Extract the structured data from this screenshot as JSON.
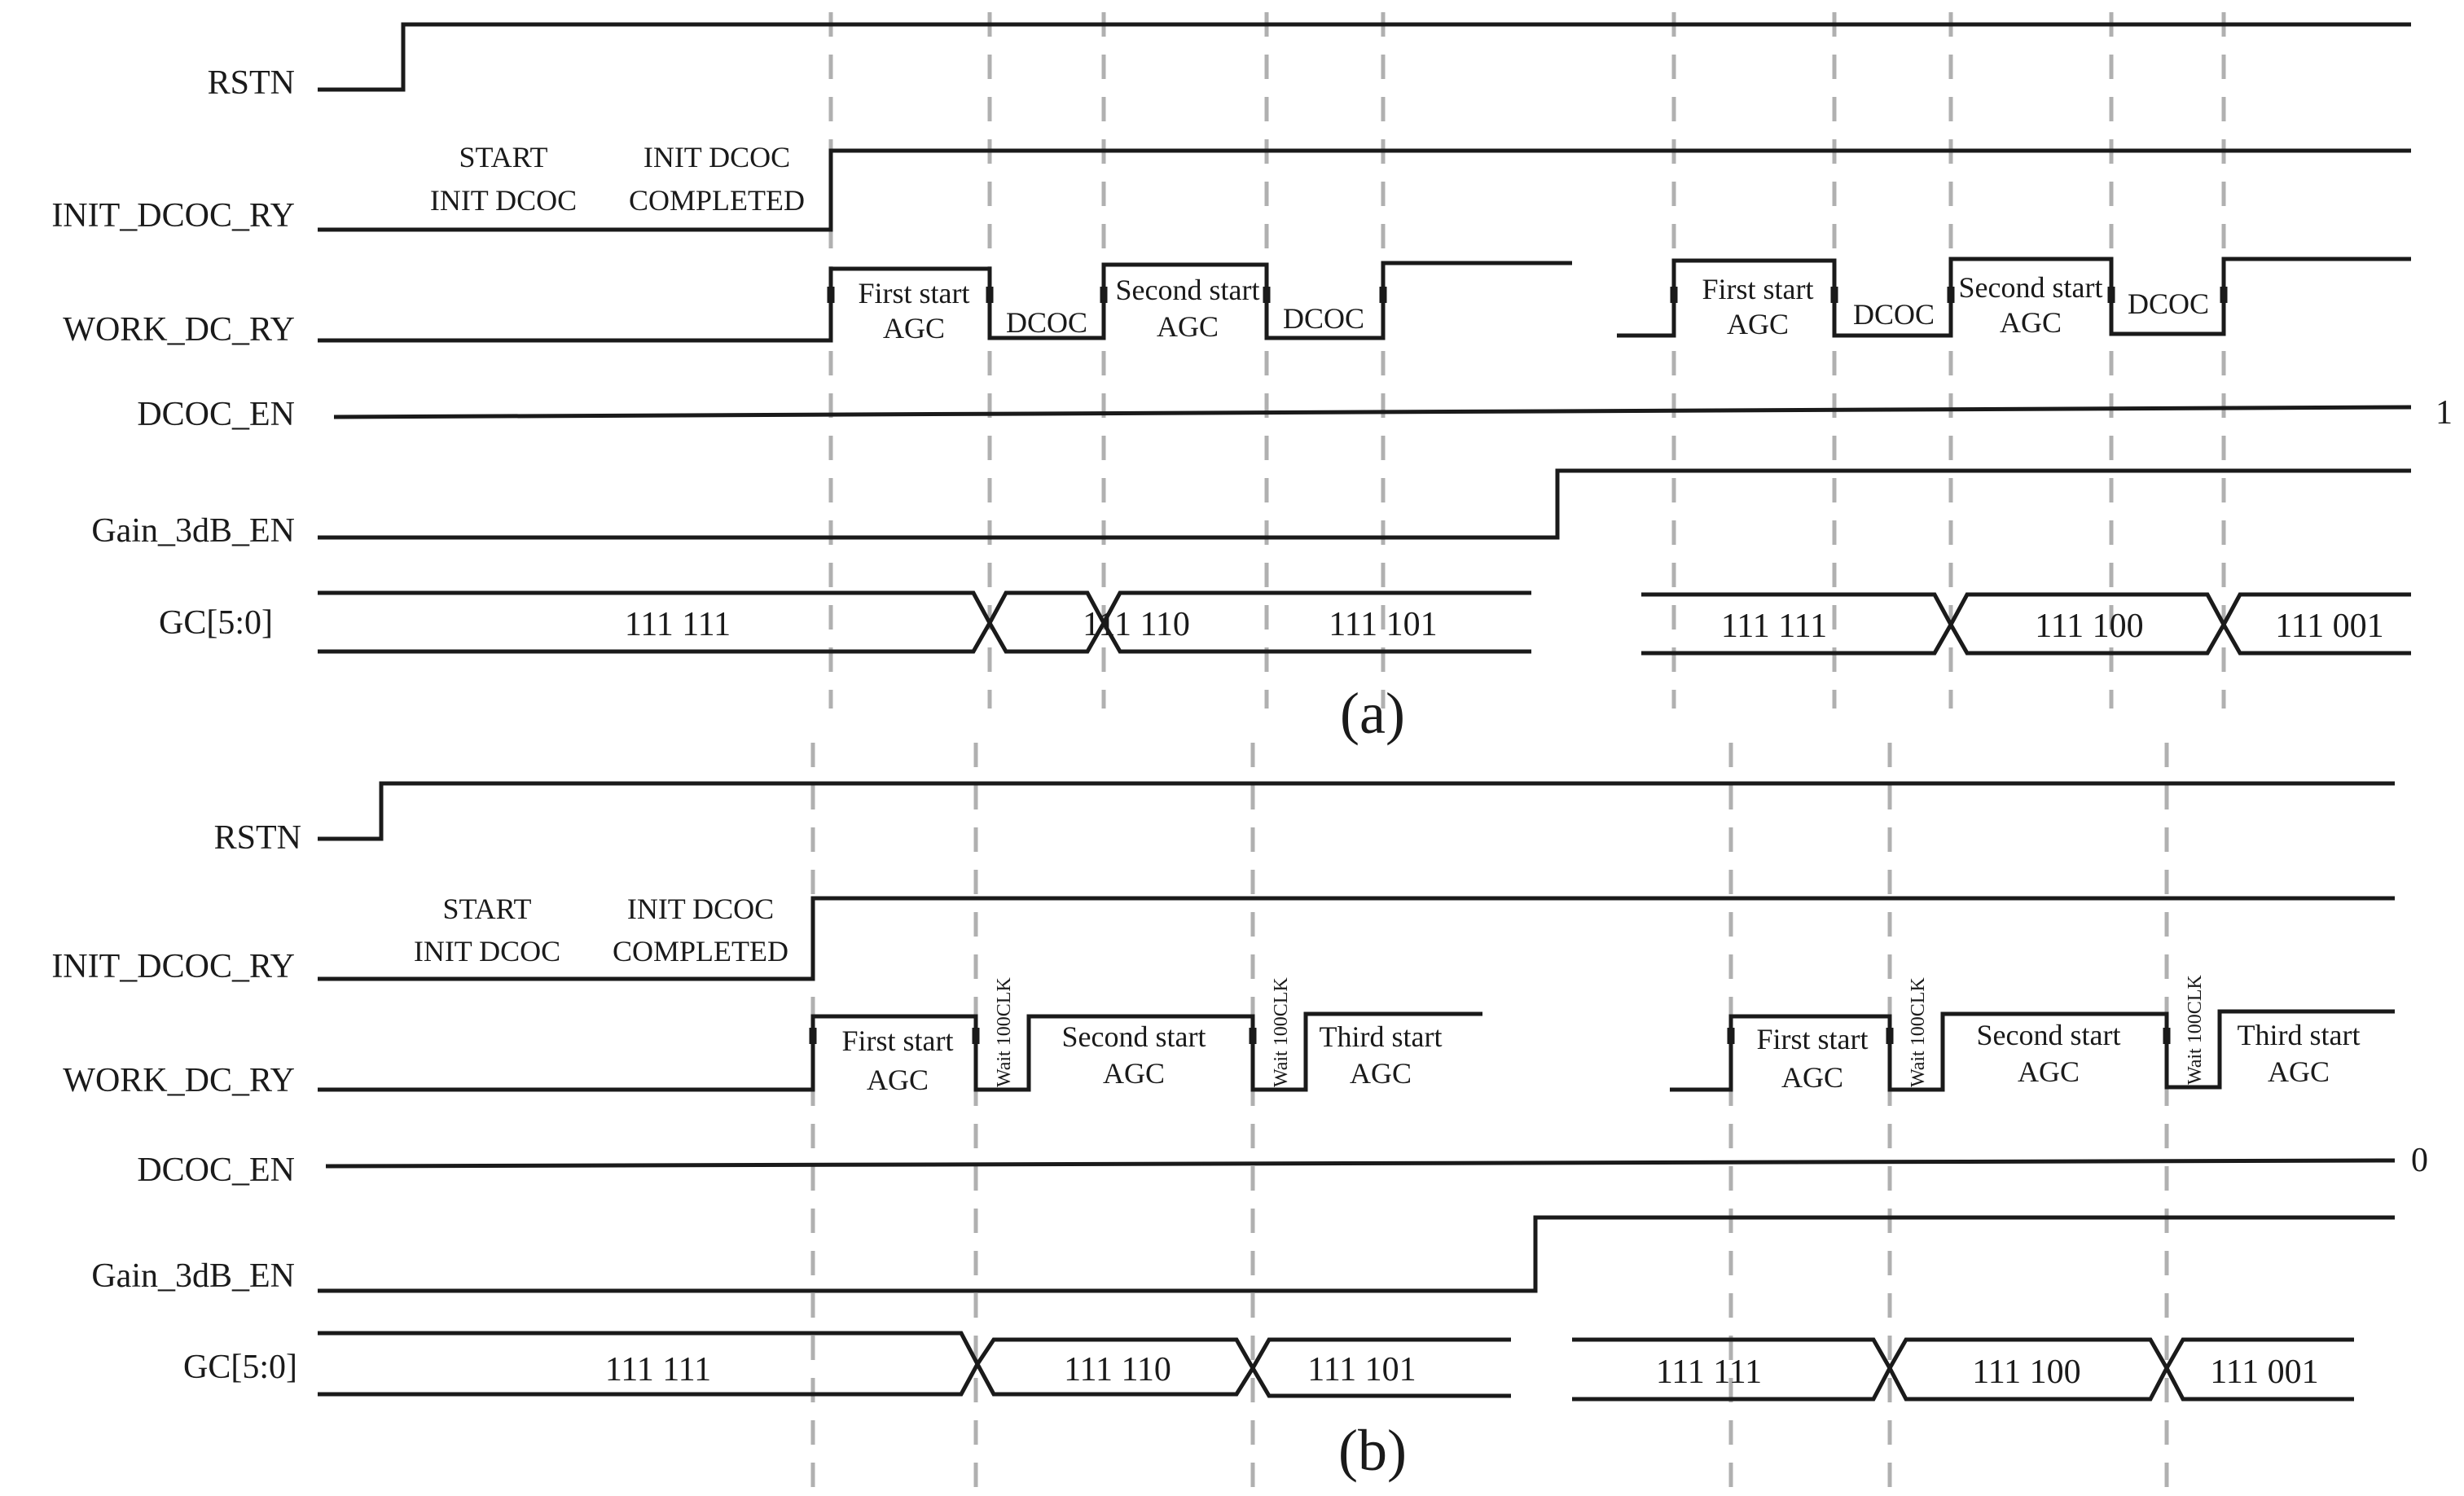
{
  "panel_a": {
    "caption": "(a)",
    "signal_labels": {
      "rstn": "RSTN",
      "init_dcoc_ry": "INIT_DCOC_RY",
      "work_dc_ry": "WORK_DC_RY",
      "dcoc_en": "DCOC_EN",
      "gain_3db_en": "Gain_3dB_EN",
      "gc": "GC[5:0]"
    },
    "init_annotations": {
      "start_line1": "START",
      "start_line2": "INIT DCOC",
      "completed_line1": "INIT DCOC",
      "completed_line2": "COMPLETED"
    },
    "work_annotations": [
      {
        "line1": "First start",
        "line2": "AGC"
      },
      {
        "line1": "DCOC"
      },
      {
        "line1": "Second start",
        "line2": "AGC"
      },
      {
        "line1": "DCOC"
      },
      {
        "line1": "First start",
        "line2": "AGC"
      },
      {
        "line1": "DCOC"
      },
      {
        "line1": "Second start",
        "line2": "AGC"
      },
      {
        "line1": "DCOC"
      }
    ],
    "dcoc_en_value": "1",
    "gc_values": [
      "111 111",
      "111 110",
      "111 101",
      "111 111",
      "111 100",
      "111 001"
    ]
  },
  "panel_b": {
    "caption": "(b)",
    "signal_labels": {
      "rstn": "RSTN",
      "init_dcoc_ry": "INIT_DCOC_RY",
      "work_dc_ry": "WORK_DC_RY",
      "dcoc_en": "DCOC_EN",
      "gain_3db_en": "Gain_3dB_EN",
      "gc": "GC[5:0]"
    },
    "init_annotations": {
      "start_line1": "START",
      "start_line2": "INIT DCOC",
      "completed_line1": "INIT DCOC",
      "completed_line2": "COMPLETED"
    },
    "work_annotations": [
      {
        "line1": "First start",
        "line2": "AGC"
      },
      {
        "line1": "Second start",
        "line2": "AGC"
      },
      {
        "line1": "Third start",
        "line2": "AGC"
      },
      {
        "line1": "First start",
        "line2": "AGC"
      },
      {
        "line1": "Second start",
        "line2": "AGC"
      },
      {
        "line1": "Third start",
        "line2": "AGC"
      }
    ],
    "wait_labels": [
      "Wait 100CLK",
      "Wait 100CLK",
      "Wait 100CLK",
      "Wait 100CLK"
    ],
    "dcoc_en_value": "0",
    "gc_values": [
      "111 111",
      "111 110",
      "111 101",
      "111 111",
      "111 100",
      "111 001"
    ]
  },
  "colors": {
    "signal": "#1a1a1a",
    "guide_dash": "#b0b0b0",
    "background": "#ffffff"
  }
}
